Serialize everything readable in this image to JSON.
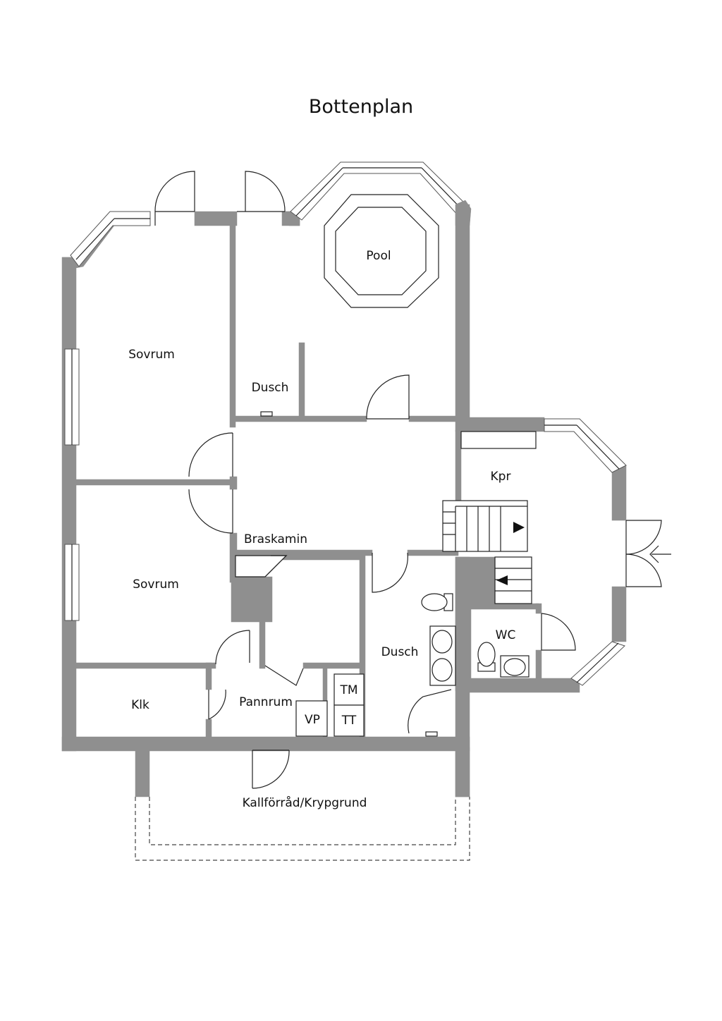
{
  "title": "Bottenplan",
  "rooms": {
    "pool": "Pool",
    "sovrum_upper": "Sovrum",
    "dusch_upper": "Dusch",
    "kpr": "Kpr",
    "braskamin": "Braskamin",
    "sovrum_lower": "Sovrum",
    "dusch_lower": "Dusch",
    "wc": "WC",
    "klk": "Klk",
    "pannrum": "Pannrum",
    "vp": "VP",
    "tm": "TM",
    "tt": "TT",
    "kallforrad": "Kallförråd/Krypgrund"
  },
  "colors": {
    "wall": "#8f8f8f",
    "line": "#222222"
  }
}
